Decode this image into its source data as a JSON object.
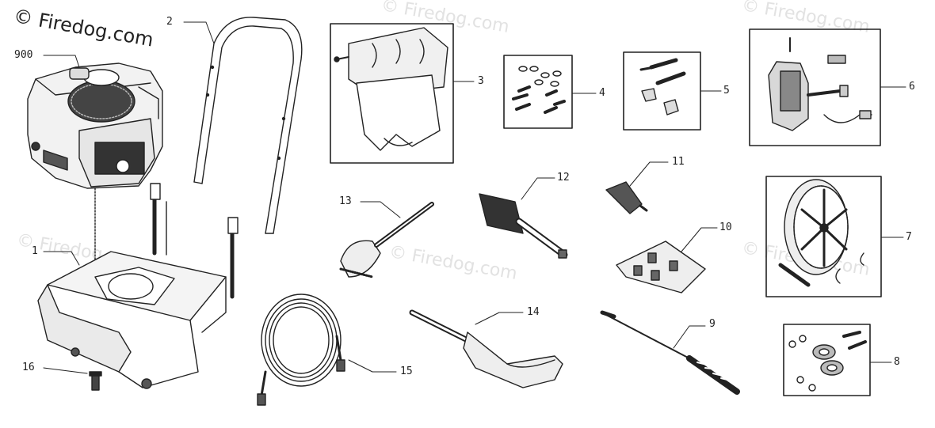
{
  "watermark": {
    "main": "© Firedog.com",
    "faint": "© Firedog.com"
  },
  "callouts": {
    "c900": "900",
    "c1": "1",
    "c2": "2",
    "c3": "3",
    "c4": "4",
    "c5": "5",
    "c6": "6",
    "c7": "7",
    "c8": "8",
    "c9": "9",
    "c10": "10",
    "c11": "11",
    "c12": "12",
    "c13": "13",
    "c14": "14",
    "c15": "15",
    "c16": "16"
  }
}
